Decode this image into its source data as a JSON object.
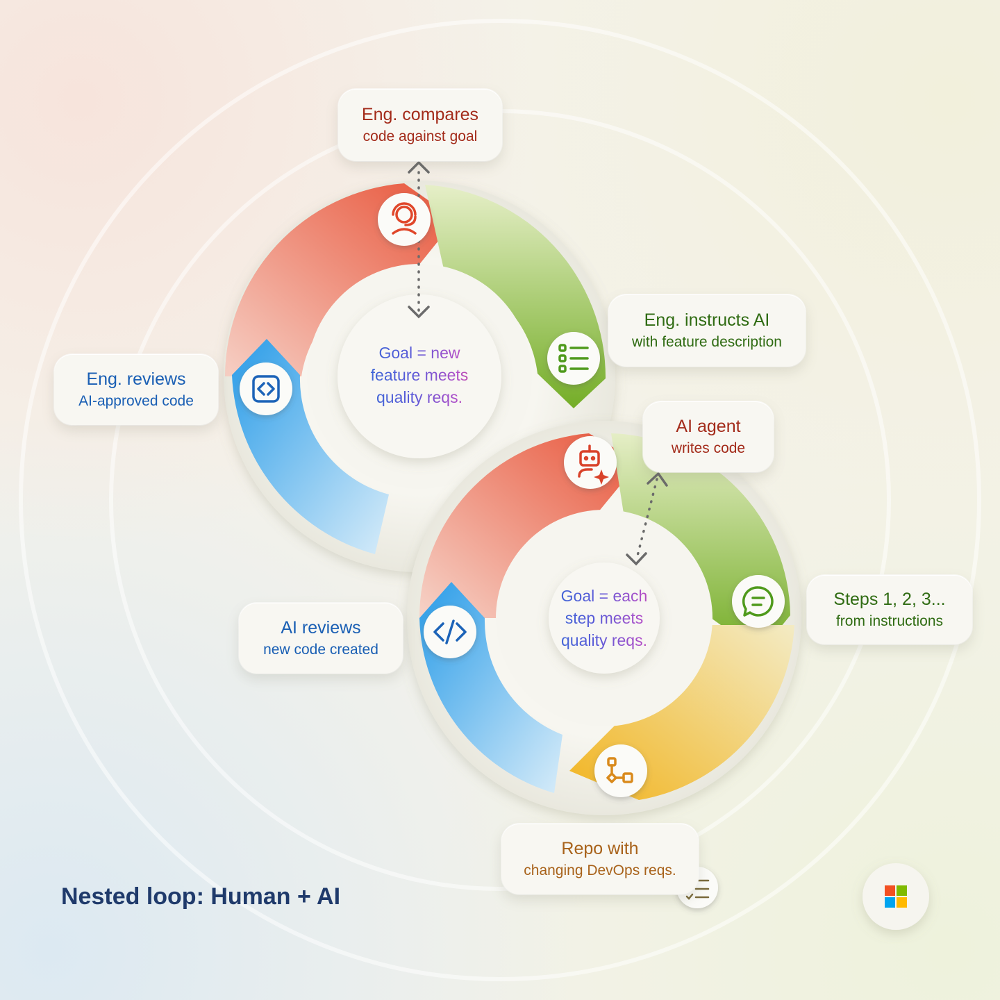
{
  "title": "Nested loop: Human + AI",
  "outer_loop": {
    "goal": [
      "Goal = new",
      "feature meets",
      "quality reqs."
    ],
    "steps": [
      {
        "line1": "Eng. compares",
        "line2": "code against goal",
        "icon": "headset-person-icon",
        "color": "#a32b1a"
      },
      {
        "line1": "Eng. instructs AI",
        "line2": "with feature description",
        "icon": "task-list-icon",
        "color": "#2f6b12"
      },
      {
        "line1": "Eng. reviews",
        "line2": "AI-approved code",
        "icon": "code-box-icon",
        "color": "#1a5fb4"
      }
    ]
  },
  "inner_loop": {
    "goal": [
      "Goal = each",
      "step meets",
      "quality reqs."
    ],
    "steps": [
      {
        "line1": "AI agent",
        "line2": "writes code",
        "icon": "robot-sparkle-icon",
        "color": "#a32b1a"
      },
      {
        "line1": "Steps 1, 2, 3...",
        "line2": "from instructions",
        "icon": "chat-bubble-icon",
        "color": "#2f6b12"
      },
      {
        "line1": "Repo with",
        "line2": "changing DevOps reqs.",
        "icon": "flowchart-icon",
        "color": "#a8621a"
      },
      {
        "line1": "AI reviews",
        "line2": "new code created",
        "icon": "code-tag-icon",
        "color": "#1a5fb4"
      }
    ]
  },
  "colors": {
    "red": "#e8553a",
    "green": "#7db32e",
    "blue": "#2a9ce8",
    "yellow": "#f2b82a",
    "title": "#1f3a6b"
  },
  "logo": "microsoft-logo"
}
